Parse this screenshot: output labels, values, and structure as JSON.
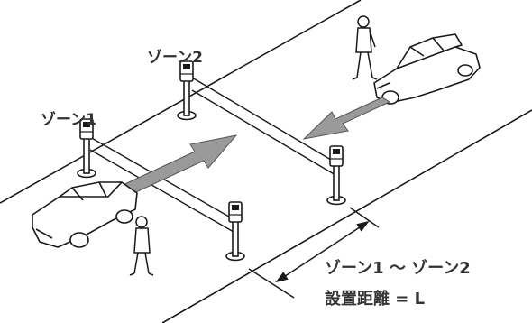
{
  "labels": {
    "zone1": "ゾーン1",
    "zone2": "ゾーン2",
    "span": "ゾーン1 ～ ゾーン2",
    "distance": "設置距離 = L"
  },
  "colors": {
    "line": "#1a1a1a",
    "label_text": "#333333",
    "motion_arrow": "#9a9a9a",
    "background": "#ffffff"
  },
  "icons": {
    "sensor_pole": "sensor-pole-icon",
    "car": "car-icon",
    "pedestrian": "pedestrian-icon",
    "motion_arrow": "motion-arrow-icon",
    "dimension_arrow": "double-arrow-icon"
  }
}
